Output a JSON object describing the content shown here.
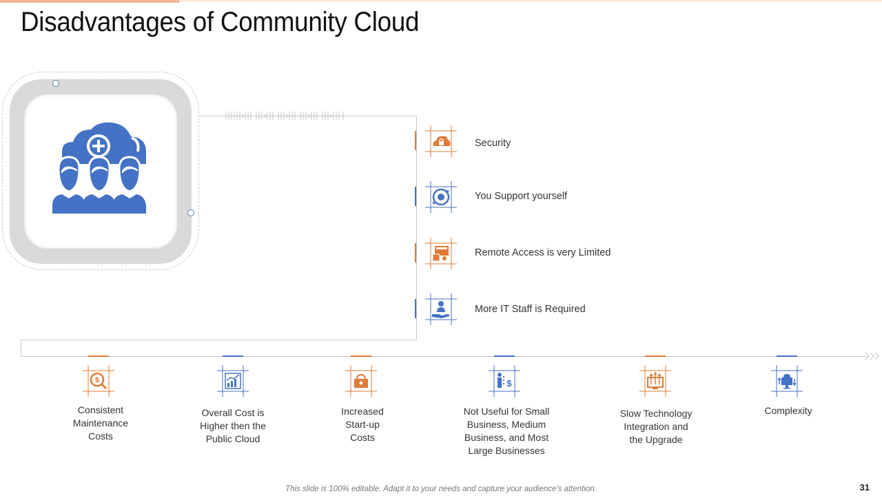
{
  "slide": {
    "title": "Disadvantages of Community Cloud",
    "footer": "This slide is 100% editable. Adapt it to your needs and capture your audience's attention.",
    "page_number": "31"
  },
  "colors": {
    "orange": "#e07b35",
    "blue": "#4472c4",
    "line": "#c6c6c6"
  },
  "hero": {
    "icon": "community-cloud-users-icon"
  },
  "list_items": [
    {
      "label": "Security",
      "icon": "cloud-lock-icon",
      "color": "orange"
    },
    {
      "label": "You Support yourself",
      "icon": "support-cycle-icon",
      "color": "blue"
    },
    {
      "label": "Remote Access is very Limited",
      "icon": "remote-access-icon",
      "color": "orange"
    },
    {
      "label": "More IT Staff is Required",
      "icon": "staff-hand-icon",
      "color": "blue"
    }
  ],
  "bottom_items": [
    {
      "lines": [
        "Consistent",
        "Maintenance",
        "Costs"
      ],
      "icon": "cost-search-icon",
      "color": "orange"
    },
    {
      "lines": [
        "Overall Cost is",
        "Higher then the",
        "Public Cloud"
      ],
      "icon": "rising-chart-icon",
      "color": "blue"
    },
    {
      "lines": [
        "Increased",
        "Start-up",
        "Costs"
      ],
      "icon": "startup-box-icon",
      "color": "orange"
    },
    {
      "lines": [
        "Not Useful for Small",
        "Business, Medium",
        "Business, and Most",
        "Large Businesses"
      ],
      "icon": "business-dollar-icon",
      "color": "blue"
    },
    {
      "lines": [
        "Slow Technology",
        "Integration and",
        "the Upgrade"
      ],
      "icon": "tech-upgrade-icon",
      "color": "orange"
    },
    {
      "lines": [
        "Complexity"
      ],
      "icon": "monitor-transfer-icon",
      "color": "blue"
    }
  ]
}
